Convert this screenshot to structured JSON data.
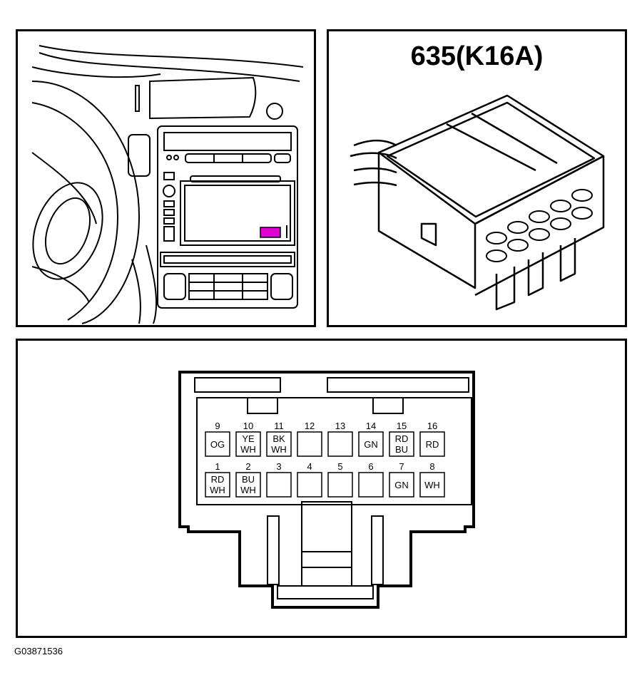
{
  "connector": {
    "title": "635(K16A)",
    "highlight_color": "#e000d0"
  },
  "figure_id": "G03871536",
  "pins_top": [
    {
      "number": "9",
      "colors": [
        "OG"
      ]
    },
    {
      "number": "10",
      "colors": [
        "YE",
        "WH"
      ]
    },
    {
      "number": "11",
      "colors": [
        "BK",
        "WH"
      ]
    },
    {
      "number": "12",
      "colors": []
    },
    {
      "number": "13",
      "colors": []
    },
    {
      "number": "14",
      "colors": [
        "GN"
      ]
    },
    {
      "number": "15",
      "colors": [
        "RD",
        "BU"
      ]
    },
    {
      "number": "16",
      "colors": [
        "RD"
      ]
    }
  ],
  "pins_bottom": [
    {
      "number": "1",
      "colors": [
        "RD",
        "WH"
      ]
    },
    {
      "number": "2",
      "colors": [
        "BU",
        "WH"
      ]
    },
    {
      "number": "3",
      "colors": []
    },
    {
      "number": "4",
      "colors": []
    },
    {
      "number": "5",
      "colors": []
    },
    {
      "number": "6",
      "colors": []
    },
    {
      "number": "7",
      "colors": [
        "GN"
      ]
    },
    {
      "number": "8",
      "colors": [
        "WH"
      ]
    }
  ]
}
